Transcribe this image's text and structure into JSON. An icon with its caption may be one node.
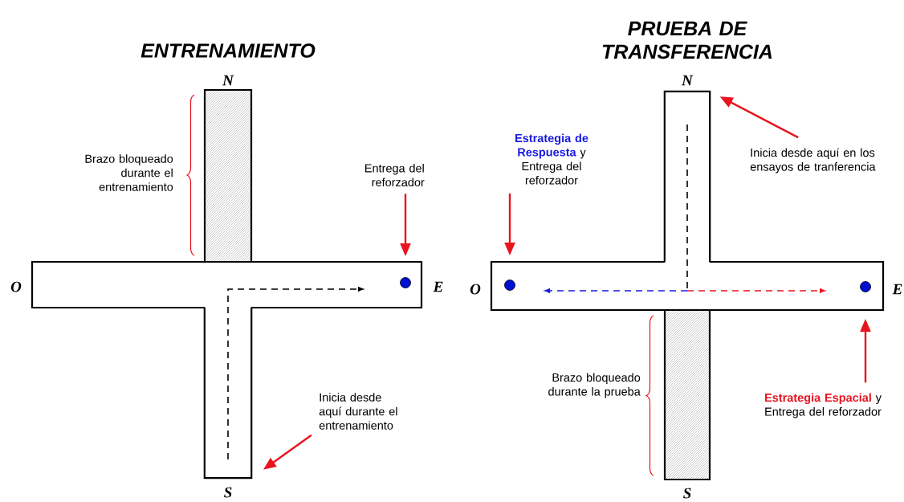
{
  "diagram": {
    "nodes": [
      {
        "text": [
          "Brazo bloqueado durante el entrenamiento"
        ]
      },
      {
        "text": [
          "Entrega del reforzador"
        ]
      },
      {
        "text": [],
        "shape": "circle"
      },
      {
        "text": [
          "Inicia desde aquí durante el entrenamiento"
        ]
      },
      {
        "text": [],
        "shape": "box"
      },
      {
        "text": [
          "Estrategia de Respuesta",
          "y Entrega del reforzador"
        ]
      },
      {
        "text": [],
        "shape": "circle"
      },
      {
        "text": [],
        "shape": "circle"
      },
      {
        "text": [
          "Inicia desde aquí en los ensayos de tranferencia"
        ]
      },
      {
        "text": [],
        "shape": "box"
      },
      {
        "text": [
          "Brazo bloqueado durante la prueba"
        ]
      },
      {
        "text": [
          "Estrategia Espacial",
          "y Entrega del reforzador"
        ]
      }
    ],
    "edges": [
      {
        "from": 1,
        "to": 2,
        "arrow": "to"
      },
      {
        "from": 3,
        "to": 4,
        "arrow": "to"
      },
      {
        "from": 5,
        "to": 6,
        "arrow": "to"
      },
      {
        "from": 8,
        "to": 9,
        "arrow": "to"
      },
      {
        "from": 11,
        "to": 7,
        "arrow": "to"
      }
    ],
    "labels": [
      "ENTRENAMIENTO",
      "PRUEBA DE TRANSFERENCIA",
      "N",
      "O",
      "E",
      "S",
      "N",
      "O",
      "E",
      "S"
    ]
  }
}
